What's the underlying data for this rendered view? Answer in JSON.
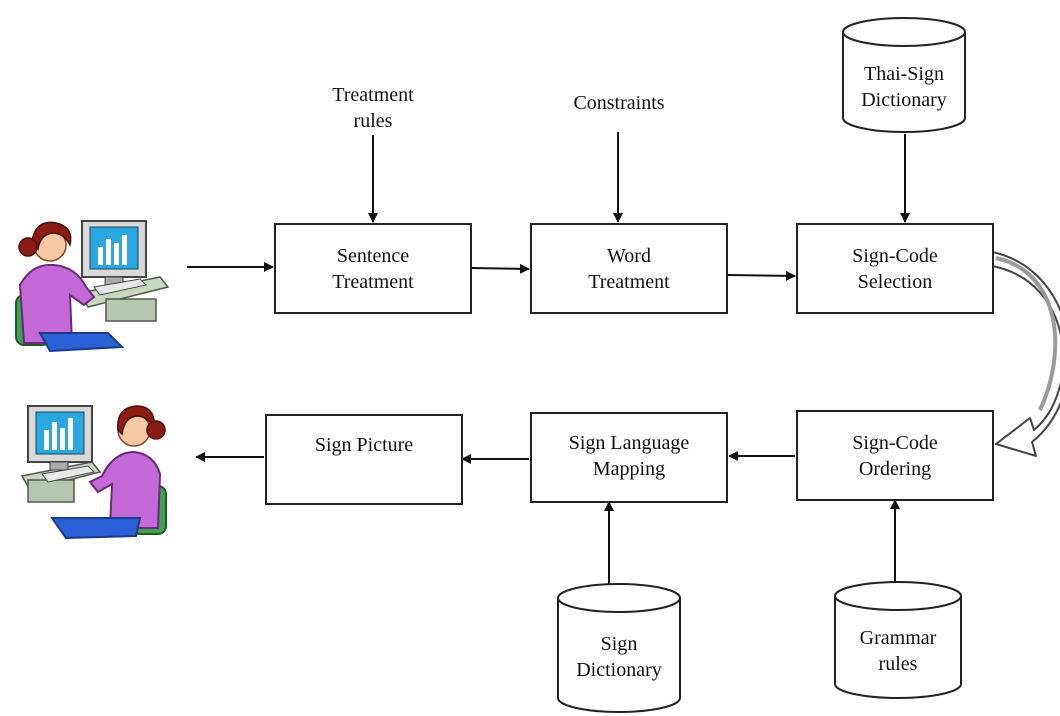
{
  "nodes": {
    "sentence_treatment": [
      "Sentence",
      "Treatment"
    ],
    "word_treatment": [
      "Word",
      "Treatment"
    ],
    "sign_code_selection": [
      "Sign-Code",
      "Selection"
    ],
    "sign_code_ordering": [
      "Sign-Code",
      "Ordering"
    ],
    "sign_language_mapping": [
      "Sign Language",
      "Mapping"
    ],
    "sign_picture": [
      "Sign Picture"
    ]
  },
  "inputs": {
    "treatment_rules": [
      "Treatment",
      "rules"
    ],
    "constraints": [
      "Constraints"
    ]
  },
  "databases": {
    "thai_sign_dictionary": [
      "Thai-Sign",
      "Dictionary"
    ],
    "sign_dictionary": [
      "Sign",
      "Dictionary"
    ],
    "grammar_rules": [
      "Grammar",
      "rules"
    ]
  },
  "icons": {
    "input_user": "person-at-computer-icon",
    "output_user": "person-at-computer-icon"
  }
}
